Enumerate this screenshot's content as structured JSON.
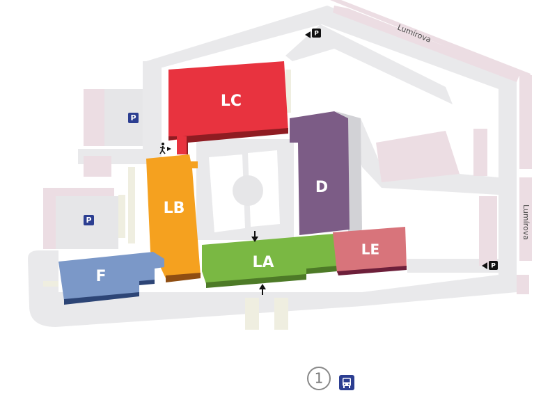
{
  "streets": [
    {
      "id": "top",
      "name": "Lumírova"
    },
    {
      "id": "right",
      "name": "Lumírova"
    }
  ],
  "buildings": [
    {
      "id": "LC",
      "label": "LC",
      "color": "#e8333f",
      "shade": "#8f1c22"
    },
    {
      "id": "D",
      "label": "D",
      "color": "#7c5c86",
      "shade": "#4e3558"
    },
    {
      "id": "LB",
      "label": "LB",
      "color": "#f5a11f",
      "shade": "#8f4e12"
    },
    {
      "id": "LA",
      "label": "LA",
      "color": "#7ab843",
      "shade": "#4d7a27"
    },
    {
      "id": "LE",
      "label": "LE",
      "color": "#d8747b",
      "shade": "#6d1f3a"
    },
    {
      "id": "F",
      "label": "F",
      "color": "#7b98c8",
      "shade": "#2d4576"
    }
  ],
  "parking": [
    {
      "id": "p1",
      "label": "P",
      "style": "square"
    },
    {
      "id": "p2",
      "label": "P",
      "style": "square"
    },
    {
      "id": "p3",
      "label": "P",
      "style": "entrance"
    },
    {
      "id": "p4",
      "label": "P",
      "style": "entrance"
    }
  ],
  "icons": {
    "pedestrian": "pedestrian-entrance-icon",
    "bus": "bus-stop-icon",
    "entrance_arrow": "entrance-arrow-icon"
  },
  "colors": {
    "road": "#e9e9eb",
    "grass": "#efeee0",
    "parking_blue": "#2c3e91",
    "pink_strip": "#eaddE3",
    "plaza": "#ffffff"
  },
  "transit": {
    "stop_number": "1"
  }
}
